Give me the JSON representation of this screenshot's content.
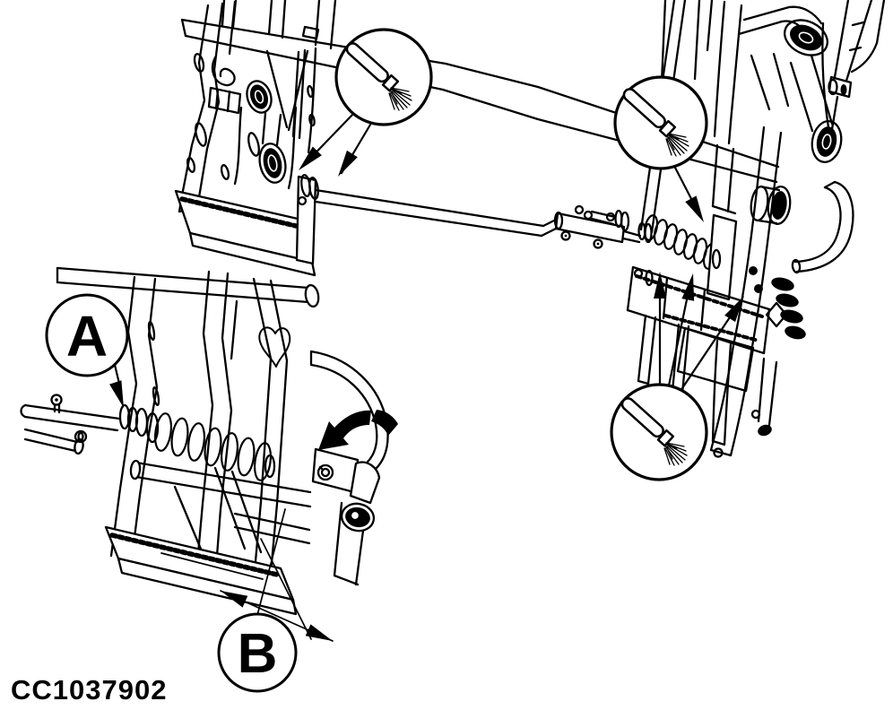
{
  "figure": {
    "code": "CC1037902",
    "callout_a": "A",
    "callout_b": "B"
  },
  "icons": {
    "lube_point_1": "brush-icon",
    "lube_point_2": "brush-icon",
    "lube_point_3": "brush-icon"
  },
  "colors": {
    "ink": "#000000",
    "paper": "#ffffff"
  }
}
